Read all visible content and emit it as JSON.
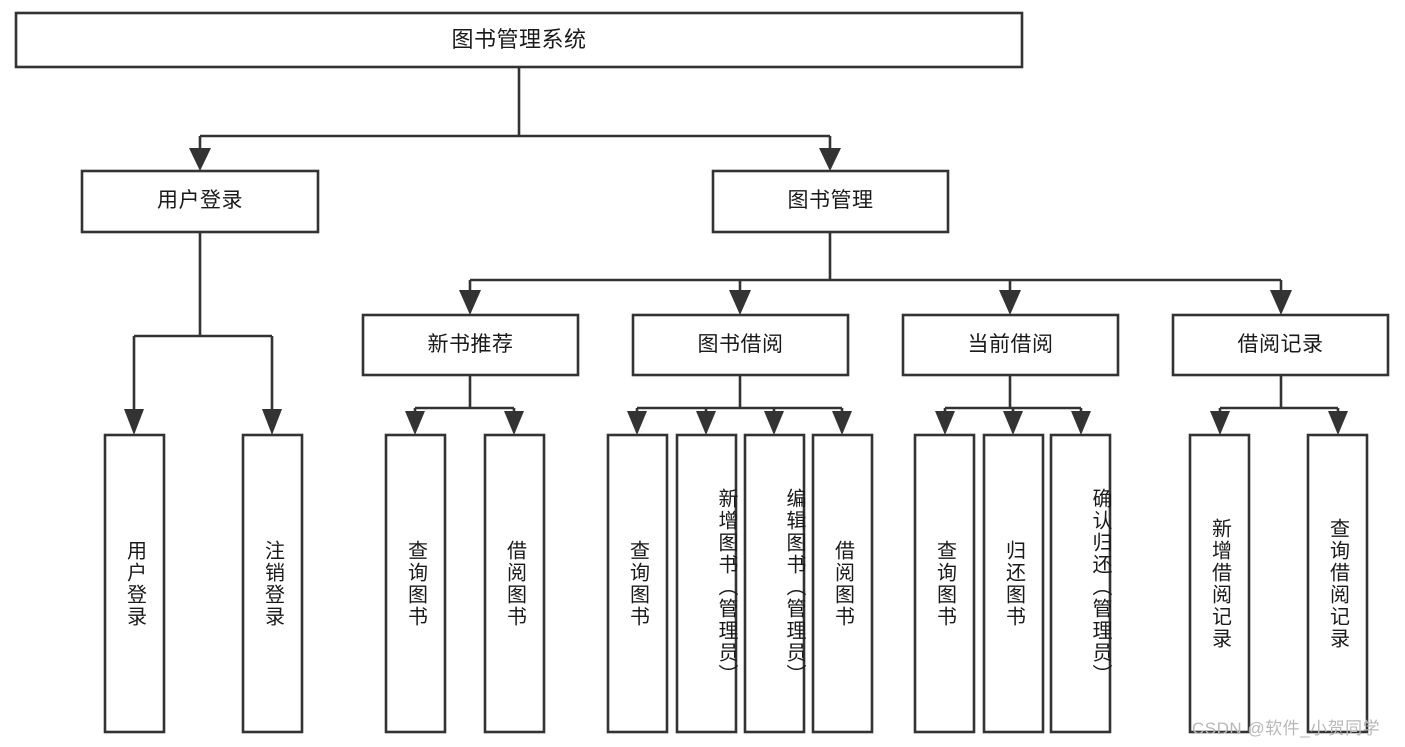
{
  "diagram": {
    "title": "图书管理系统",
    "type": "hierarchy-tree",
    "root": {
      "id": "root",
      "label": "图书管理系统",
      "orientation": "horizontal"
    },
    "level2": [
      {
        "id": "user-login",
        "label": "用户登录",
        "orientation": "horizontal"
      },
      {
        "id": "book-management",
        "label": "图书管理",
        "orientation": "horizontal"
      }
    ],
    "level3": [
      {
        "id": "new-book-recommend",
        "label": "新书推荐",
        "orientation": "horizontal",
        "parent": "book-management"
      },
      {
        "id": "book-borrow",
        "label": "图书借阅",
        "orientation": "horizontal",
        "parent": "book-management"
      },
      {
        "id": "current-borrow",
        "label": "当前借阅",
        "orientation": "horizontal",
        "parent": "book-management"
      },
      {
        "id": "borrow-record",
        "label": "借阅记录",
        "orientation": "horizontal",
        "parent": "book-management"
      }
    ],
    "leaves": [
      {
        "id": "leaf-user-login",
        "label": "用户登录",
        "orientation": "vertical",
        "parent": "user-login"
      },
      {
        "id": "leaf-logout-login",
        "label": "注销登录",
        "orientation": "vertical",
        "parent": "user-login"
      },
      {
        "id": "leaf-query-book-1",
        "label": "查询图书",
        "orientation": "vertical",
        "parent": "new-book-recommend"
      },
      {
        "id": "leaf-borrow-book-1",
        "label": "借阅图书",
        "orientation": "vertical",
        "parent": "new-book-recommend"
      },
      {
        "id": "leaf-query-book-2",
        "label": "查询图书",
        "orientation": "vertical",
        "parent": "book-borrow"
      },
      {
        "id": "leaf-add-book",
        "label": "新增图书（管理员）",
        "orientation": "vertical",
        "parent": "book-borrow"
      },
      {
        "id": "leaf-edit-book",
        "label": "编辑图书（管理员）",
        "orientation": "vertical",
        "parent": "book-borrow"
      },
      {
        "id": "leaf-borrow-book-2",
        "label": "借阅图书",
        "orientation": "vertical",
        "parent": "book-borrow"
      },
      {
        "id": "leaf-query-book-3",
        "label": "查询图书",
        "orientation": "vertical",
        "parent": "current-borrow"
      },
      {
        "id": "leaf-return-book",
        "label": "归还图书",
        "orientation": "vertical",
        "parent": "current-borrow"
      },
      {
        "id": "leaf-confirm-return",
        "label": "确认归还（管理员）",
        "orientation": "vertical",
        "parent": "current-borrow"
      },
      {
        "id": "leaf-add-borrow-record",
        "label": "新增借阅记录",
        "orientation": "vertical",
        "parent": "borrow-record"
      },
      {
        "id": "leaf-query-borrow-record",
        "label": "查询借阅记录",
        "orientation": "vertical",
        "parent": "borrow-record"
      }
    ],
    "colors": {
      "box_stroke": "#333333",
      "box_fill": "#ffffff",
      "text": "#1a1a1a",
      "connector": "#333333",
      "background": "#ffffff",
      "watermark": "#b8b8b8"
    }
  },
  "watermark": {
    "text": "CSDN @软件_小贺同学"
  }
}
